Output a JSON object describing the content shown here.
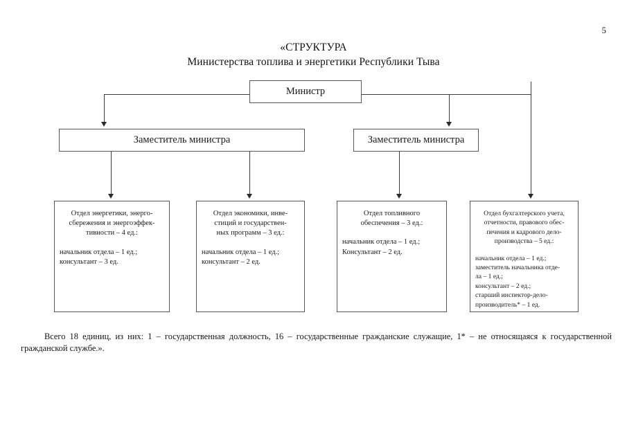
{
  "page": {
    "number": "5"
  },
  "title": {
    "line1": "«СТРУКТУРА",
    "line2": "Министерства топлива и энергетики Республики Тыва"
  },
  "chart": {
    "minister": {
      "label": "Министр"
    },
    "deputies": [
      {
        "label": "Заместитель министра"
      },
      {
        "label": "Заместитель министра"
      }
    ],
    "departments": [
      {
        "head": [
          "Отдел энергетики, энерго-",
          "сбережения и энергоэффек-",
          "тивности – 4 ед.:"
        ],
        "staff": [
          "начальник отдела – 1 ед.;",
          "консультант – 3 ед."
        ]
      },
      {
        "head": [
          "Отдел экономики, инве-",
          "стиций и государствен-",
          "ных программ – 3 ед.:"
        ],
        "staff": [
          "начальник отдела – 1 ед.;",
          "консультант – 2 ед."
        ]
      },
      {
        "head": [
          "Отдел топливного",
          "обеспечения – 3 ед.:"
        ],
        "staff": [
          "начальник отдела – 1 ед.;",
          "Консультант – 2 ед."
        ]
      },
      {
        "head": [
          "Отдел бухгалтерского учета,",
          "отчетности, правового обес-",
          "печения и кадрового дело-",
          "производства – 5 ед.:"
        ],
        "staff": [
          "начальник отдела – 1 ед.;",
          "заместитель начальника отде-",
          "ла – 1 ед.;",
          "консультант – 2 ед.;",
          "старший инспектор-дело-",
          "производитель* – 1 ед."
        ]
      }
    ]
  },
  "footnote": {
    "text": "Всего 18 единиц, из них: 1 – государственная должность, 16 – государственные гражданские служащие, 1* – не относящаяся к государственной гражданской службе.»."
  },
  "colors": {
    "line": "#3a3a3a",
    "border": "#555555",
    "text": "#1a1a1a"
  }
}
